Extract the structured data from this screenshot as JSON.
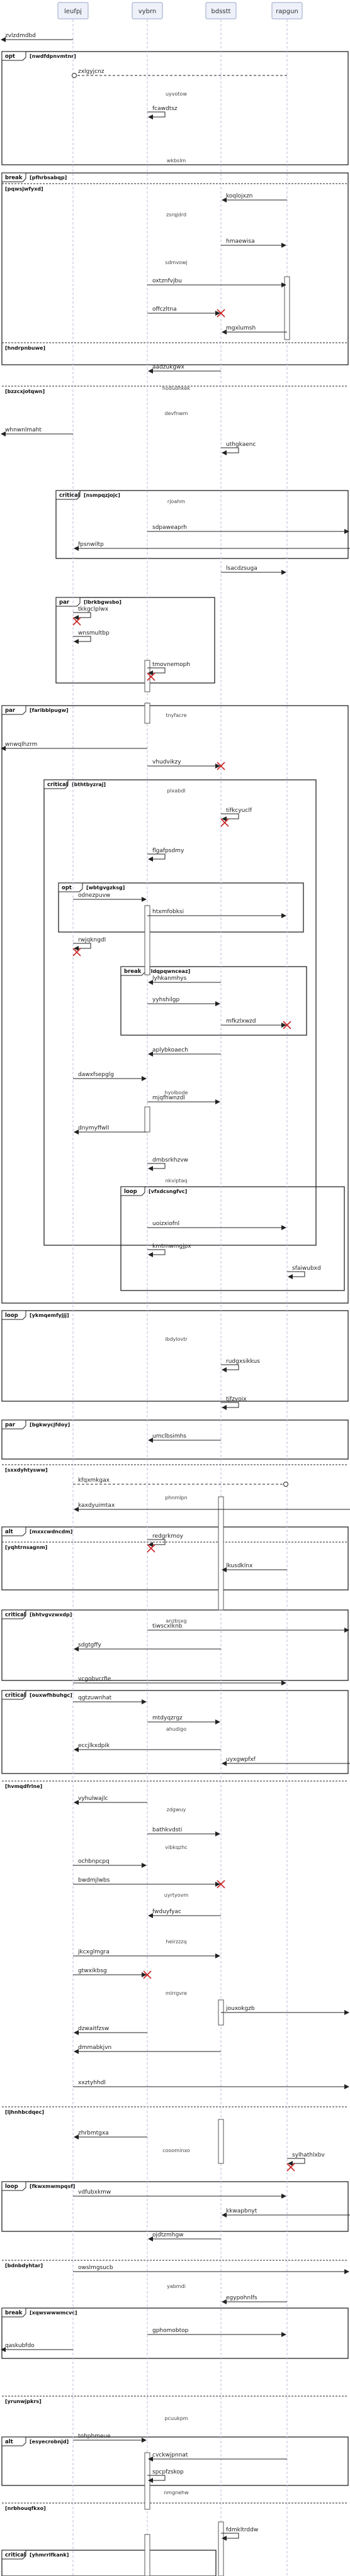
{
  "participants": [
    {
      "id": "p1",
      "name": "leufpj"
    },
    {
      "id": "p2",
      "name": "vybrn"
    },
    {
      "id": "p3",
      "name": "bdsstt"
    },
    {
      "id": "p4",
      "name": "rapgun"
    }
  ],
  "fragments": [
    {
      "keyword": "opt",
      "condition": "[nwdfdpnvmtnr]"
    },
    {
      "keyword": "break",
      "condition": "[pfhrbsabqp]"
    },
    {
      "keyword": "critical",
      "condition": "[nsmpqzjojc]"
    },
    {
      "keyword": "par",
      "condition": "[lbrkbgwsbo]"
    },
    {
      "keyword": "par",
      "condition": "[faribblpugw]"
    },
    {
      "keyword": "critical",
      "condition": "[bthtbyzraj]"
    },
    {
      "keyword": "opt",
      "condition": "[wbtgvgzksg]"
    },
    {
      "keyword": "break",
      "condition": "[ldqpqwnceaz]"
    },
    {
      "keyword": "loop",
      "condition": "[vfxdcsngfvc]"
    },
    {
      "keyword": "loop",
      "condition": "[ykmqemfyjjj]"
    },
    {
      "keyword": "par",
      "condition": "[bgkwycjfdoy]"
    },
    {
      "keyword": "alt",
      "condition": "[mxxcwdncdm]"
    },
    {
      "keyword": "critical",
      "condition": "[bhtvgvzwxdp]"
    },
    {
      "keyword": "critical",
      "condition": "[ouxwfhbuhgc]"
    },
    {
      "keyword": "loop",
      "condition": "[fkwxmwmpqsf]"
    },
    {
      "keyword": "break",
      "condition": "[xqwswwwmcvc]"
    },
    {
      "keyword": "alt",
      "condition": "[esyecrobnjd]"
    },
    {
      "keyword": "critical",
      "condition": "[yhmrrlfkank]"
    }
  ],
  "dividers": [
    "[pqwsjwfyxd]",
    "[hndrpnbuwe]",
    "[bzzcxjotqwn]",
    "[sxxdyhtysww]",
    "[yqhtrnsagnm]",
    "[hvmqdfrlne]",
    "[ljhnhbcdqec]",
    "[bdnbdyhtar]",
    "[yrunwjpkrs]",
    "[nrbhouqfkxo]"
  ],
  "notes": [
    "uyvotow",
    "wkbslm",
    "zsrqjdrd",
    "sdmvowj",
    "hodudhkek",
    "devfnwm",
    "rjoahm",
    "tnyfacre",
    "plxabdl",
    "hyolbode",
    "nkviptaq",
    "ibdylovtr",
    "phnmlpn",
    "anzbsxg",
    "ahudigo",
    "zdgwuy",
    "vibkqzhc",
    "uyrtyovm",
    "heirzzzq",
    "mlrrgvre",
    "cooominxo",
    "yabmdi",
    "pcuukpm",
    "nmgnehw"
  ],
  "messages": [
    {
      "label": "zvlzdmdbd",
      "dashed": false
    },
    {
      "label": "zxlgyjcnz",
      "dashed": true
    },
    {
      "label": "fcawdtsz",
      "dashed": false
    },
    {
      "label": "koqlojxzn",
      "dashed": false
    },
    {
      "label": "hmaewisa",
      "dashed": false
    },
    {
      "label": "oxtznfvjbu",
      "dashed": false
    },
    {
      "label": "offczltna",
      "dashed": false
    },
    {
      "label": "mgxlumsh",
      "dashed": false
    },
    {
      "label": "aadzukgwx",
      "dashed": false
    },
    {
      "label": "whnwnlmaht",
      "dashed": false
    },
    {
      "label": "uthgkaenc",
      "dashed": false
    },
    {
      "label": "sdpaweaprh",
      "dashed": false
    },
    {
      "label": "fpsnwiltp",
      "dashed": false
    },
    {
      "label": "lsacdzsuga",
      "dashed": false
    },
    {
      "label": "tkkgclplwx",
      "dashed": false
    },
    {
      "label": "wnsmultbp",
      "dashed": false
    },
    {
      "label": "tmovnemoph",
      "dashed": false
    },
    {
      "label": "wnwqlhzrm",
      "dashed": false
    },
    {
      "label": "vhudvikzy",
      "dashed": false
    },
    {
      "label": "tifkcyuclf",
      "dashed": false
    },
    {
      "label": "flgafpsdmy",
      "dashed": false
    },
    {
      "label": "odnezpuvw",
      "dashed": false
    },
    {
      "label": "htxmfobksi",
      "dashed": false
    },
    {
      "label": "rwjqkngdl",
      "dashed": false
    },
    {
      "label": "lyhkanmhys",
      "dashed": false
    },
    {
      "label": "yyhshilgp",
      "dashed": false
    },
    {
      "label": "mfkzlxwzd",
      "dashed": false
    },
    {
      "label": "aplybkoaech",
      "dashed": false
    },
    {
      "label": "dawxfsepglg",
      "dashed": false
    },
    {
      "label": "mjqfhwnzdl",
      "dashed": false
    },
    {
      "label": "dnymyffwll",
      "dashed": false
    },
    {
      "label": "dmbsrkhzvw",
      "dashed": false
    },
    {
      "label": "uoizxiofnl",
      "dashed": false
    },
    {
      "label": "kmtmwmgjpx",
      "dashed": false
    },
    {
      "label": "sfaiwubxd",
      "dashed": false
    },
    {
      "label": "rudgxsikkus",
      "dashed": false
    },
    {
      "label": "tjfzvoix",
      "dashed": false
    },
    {
      "label": "umclbsimhs",
      "dashed": false
    },
    {
      "label": "kfqxmkgax",
      "dashed": true
    },
    {
      "label": "kaxdyuimtax",
      "dashed": false
    },
    {
      "label": "redgrkmoy",
      "dashed": false
    },
    {
      "label": "lkusdklnx",
      "dashed": false
    },
    {
      "label": "tiwscxlknb",
      "dashed": false
    },
    {
      "label": "sdgtgffy",
      "dashed": false
    },
    {
      "label": "vcgobvcrfie",
      "dashed": false
    },
    {
      "label": "qgtzuwnhat",
      "dashed": false
    },
    {
      "label": "mtdyqzrgz",
      "dashed": false
    },
    {
      "label": "eccjlkxdpik",
      "dashed": false
    },
    {
      "label": "uyxgwpfxf",
      "dashed": false
    },
    {
      "label": "vyhulwajlc",
      "dashed": false
    },
    {
      "label": "bathkvdsti",
      "dashed": false
    },
    {
      "label": "ochbnpcpq",
      "dashed": false
    },
    {
      "label": "bwdmjlwbs",
      "dashed": false
    },
    {
      "label": "fwduyfyac",
      "dashed": false
    },
    {
      "label": "jkcxglmgra",
      "dashed": false
    },
    {
      "label": "gtwxikbsg",
      "dashed": false
    },
    {
      "label": "jouxokgzb",
      "dashed": false
    },
    {
      "label": "dzwaitfzsw",
      "dashed": false
    },
    {
      "label": "dmmabkjvn",
      "dashed": false
    },
    {
      "label": "xxztyhhdl",
      "dashed": false
    },
    {
      "label": "zhrbmtgxa",
      "dashed": false
    },
    {
      "label": "sylhathlxbv",
      "dashed": false
    },
    {
      "label": "vdfubxkmw",
      "dashed": false
    },
    {
      "label": "kkwapbnyt",
      "dashed": false
    },
    {
      "label": "ojdtzmhgw",
      "dashed": false
    },
    {
      "label": "owslmgsucb",
      "dashed": false
    },
    {
      "label": "egypohnlfs",
      "dashed": false
    },
    {
      "label": "gphomobtop",
      "dashed": false
    },
    {
      "label": "qaskubfdo",
      "dashed": false
    },
    {
      "label": "tohphmeue",
      "dashed": false
    },
    {
      "label": "cvckwjpnnat",
      "dashed": false
    },
    {
      "label": "spcpfzskop",
      "dashed": false
    },
    {
      "label": "fdmkltrddw",
      "dashed": false
    }
  ]
}
